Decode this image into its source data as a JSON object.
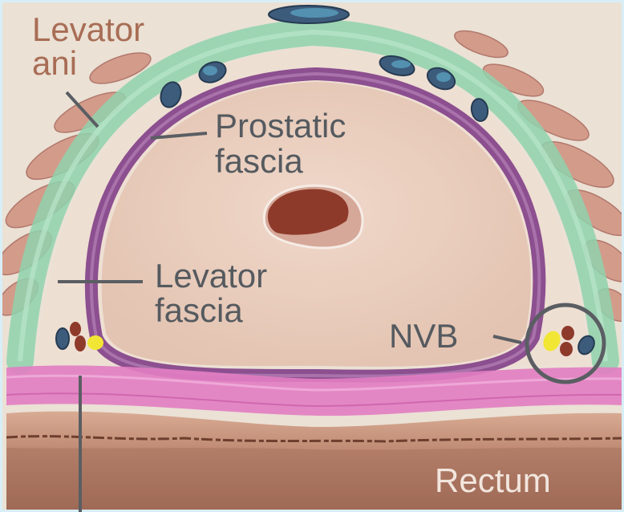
{
  "labels": {
    "levator_ani_line1": "Levator",
    "levator_ani_line2": "ani",
    "prostatic_fascia_line1": "Prostatic",
    "prostatic_fascia_line2": "fascia",
    "levator_fascia_line1": "Levator",
    "levator_fascia_line2": "fascia",
    "nvb": "NVB",
    "rectum": "Rectum"
  },
  "colors": {
    "background": "#e9e2d8",
    "prostate": "#e9cbbb",
    "prostatic_fascia": "#8c4f8f",
    "levator_fascia": "#8fd2ad",
    "muscle": "#c98a78",
    "rectal_fascia": "#e27dc2",
    "rectum": "#b78570",
    "urethra": "#8e3a2a",
    "vein": "#3d5c7c",
    "nerve": "#f2e635",
    "label_text": "#555a5f",
    "muscle_label": "#a86d55"
  }
}
